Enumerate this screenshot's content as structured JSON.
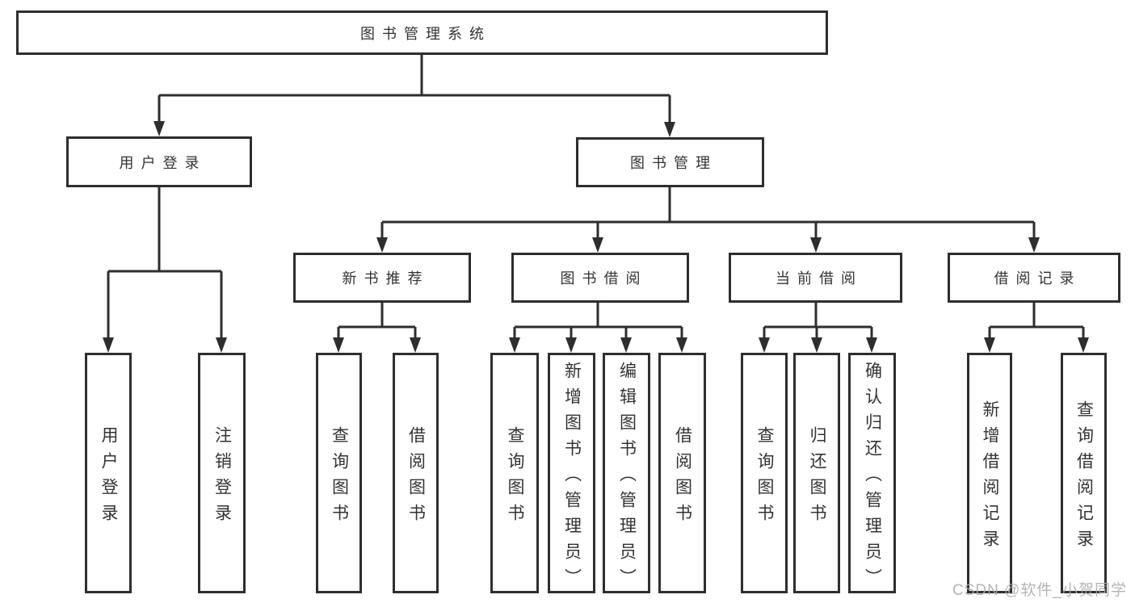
{
  "tree": {
    "label": "图书管理系统",
    "children": [
      {
        "label": "用户登录",
        "children": [
          {
            "label": "用户登录"
          },
          {
            "label": "注销登录"
          }
        ]
      },
      {
        "label": "图书管理",
        "children": [
          {
            "label": "新书推荐",
            "children": [
              {
                "label": "查询图书"
              },
              {
                "label": "借阅图书"
              }
            ]
          },
          {
            "label": "图书借阅",
            "children": [
              {
                "label": "查询图书"
              },
              {
                "label": "新增图书（管理员）"
              },
              {
                "label": "编辑图书（管理员）"
              },
              {
                "label": "借阅图书"
              }
            ]
          },
          {
            "label": "当前借阅",
            "children": [
              {
                "label": "查询图书"
              },
              {
                "label": "归还图书"
              },
              {
                "label": "确认归还（管理员）"
              }
            ]
          },
          {
            "label": "借阅记录",
            "children": [
              {
                "label": "新增借阅记录"
              },
              {
                "label": "查询借阅记录"
              }
            ]
          }
        ]
      }
    ]
  },
  "watermark": "CSDN @软件_小贺同学",
  "colors": {
    "line": "#2e2e2e",
    "text": "#333333",
    "watermark": "#aaaaaa",
    "background": "#ffffff"
  }
}
